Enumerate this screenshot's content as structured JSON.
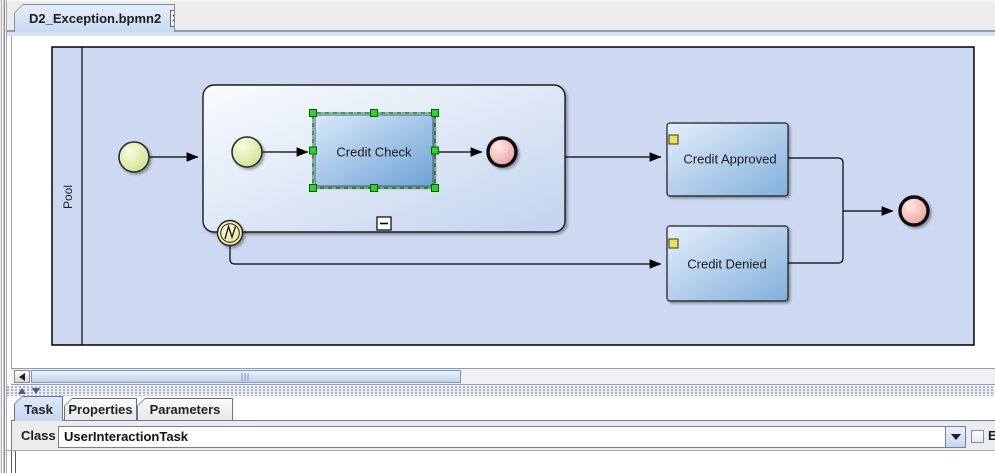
{
  "editor_tab": {
    "title": "D2_Exception.bpmn2"
  },
  "icons": {
    "close": "✕",
    "dropdown": "css-triangle-down",
    "scroll_left": "css-triangle-left",
    "splitter_expand_up": "css-triangle-up",
    "splitter_expand_down": "css-triangle-down",
    "subprocess_collapse": "minus-box",
    "boundary_error": "zigzag-flash",
    "task_marker": "yellow-square"
  },
  "diagram": {
    "pool_label": "Pool",
    "tasks": {
      "credit_check": "Credit Check",
      "credit_approved": "Credit Approved",
      "credit_denied": "Credit Denied"
    },
    "selected_element": "Credit Check"
  },
  "bottom_panel": {
    "tabs": [
      {
        "label": "Task",
        "selected": true
      },
      {
        "label": "Properties",
        "selected": false
      },
      {
        "label": "Parameters",
        "selected": false
      }
    ],
    "class_field": {
      "label": "Class",
      "value": "UserInteractionTask"
    },
    "checkbox_label": "Ex"
  },
  "colors": {
    "pool_fill": "#ccd9f0",
    "subprocess_fill_end": "#c2d3ee",
    "task_gradient_start": "#d9e9f8",
    "task_gradient_end": "#6fa2d6",
    "start_event_fill": "#cbe085",
    "end_event_fill": "#eb9793",
    "boundary_event_fill": "#e8e387",
    "selection_green": "#2ed32e",
    "selected_tab_fill": "#c7d9f1"
  }
}
